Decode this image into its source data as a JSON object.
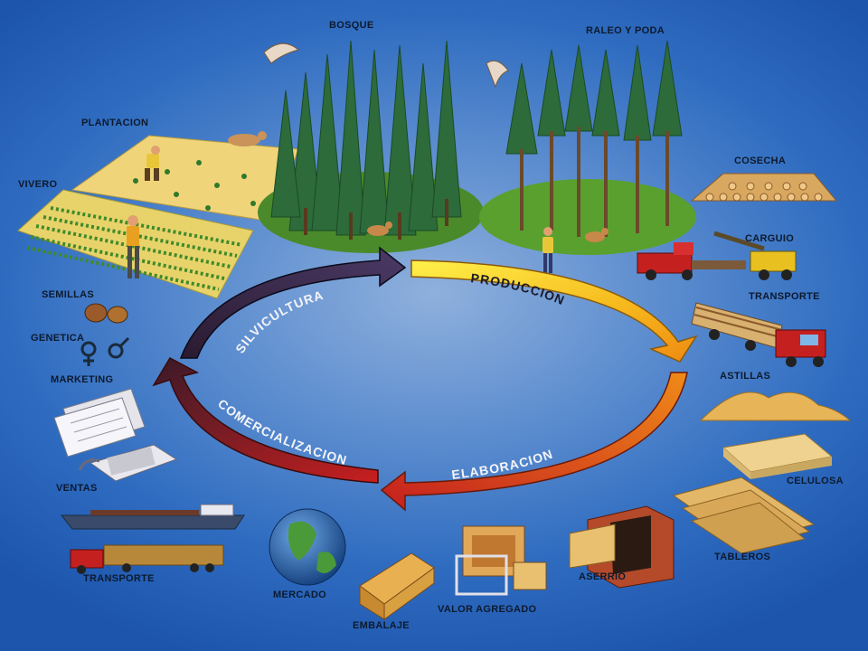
{
  "cycle": {
    "silvicultura": "SILVICULTURA",
    "produccion": "PRODUCCION",
    "elaboracion": "ELABORACION",
    "comercializacion": "COMERCIALIZACION"
  },
  "labels": {
    "bosque": "BOSQUE",
    "raleo": "RALEO Y PODA",
    "plantacion": "PLANTACION",
    "vivero": "VIVERO",
    "cosecha": "COSECHA",
    "carguio": "CARGUIO",
    "transporte_top": "TRANSPORTE",
    "astillas": "ASTILLAS",
    "celulosa": "CELULOSA",
    "tableros": "TABLEROS",
    "aserrio": "ASERRIO",
    "valor": "VALOR AGREGADO",
    "embalaje": "EMBALAJE",
    "mercado": "MERCADO",
    "transporte_bottom": "TRANSPORTE",
    "ventas": "VENTAS",
    "marketing": "MARKETING",
    "genetica": "GENETICA",
    "semillas": "SEMILLAS"
  },
  "colors": {
    "silvicultura": "#2a1d3a",
    "produccion": "#f2c21a",
    "elaboracion": "#e06414",
    "comercializacion": "#b81d1d"
  }
}
